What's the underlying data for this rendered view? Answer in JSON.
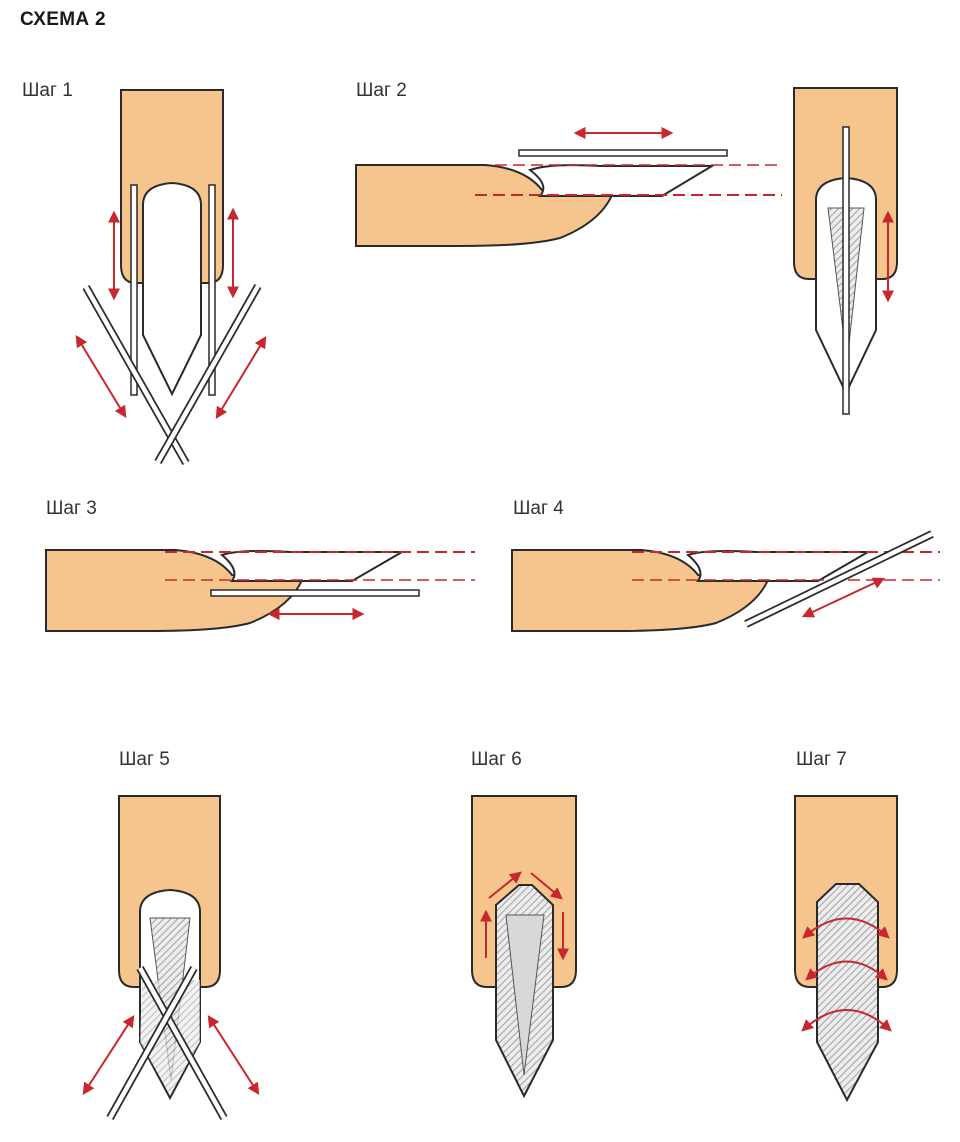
{
  "title": "СХЕМА 2",
  "steps": [
    {
      "label": "Шаг 1"
    },
    {
      "label": "Шаг 2"
    },
    {
      "label": "Шаг 3"
    },
    {
      "label": "Шаг 4"
    },
    {
      "label": "Шаг 5"
    },
    {
      "label": "Шаг 6"
    },
    {
      "label": "Шаг 7"
    }
  ],
  "colors": {
    "nail_fill": "#f6c58e",
    "outline": "#2a2a2a",
    "arrow": "#c8282d",
    "guide_line": "#c8282d",
    "hatch": "#9a9a9a",
    "file_fill": "#ffffff"
  }
}
